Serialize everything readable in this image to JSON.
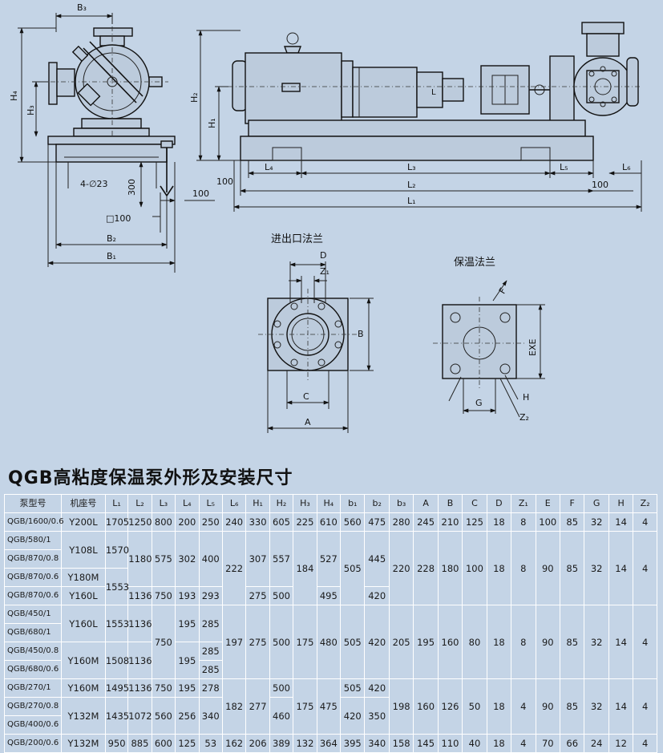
{
  "drawing": {
    "side_view": {
      "dims": {
        "b3": "B₃",
        "h4": "H₄",
        "h3": "H₃",
        "holes": "4-∅23",
        "d300": "300",
        "d100a": "100",
        "d100b": "100",
        "sq100": "□100",
        "b2": "B₂",
        "b1": "B₁"
      }
    },
    "front_view": {
      "dims": {
        "h2": "H₂",
        "h1": "H₁",
        "l4": "L₄",
        "l3": "L₃",
        "l5": "L₅",
        "l6": "L₆",
        "l2": "L₂",
        "l1": "L₁",
        "d100": "100",
        "d100r": "100",
        "lt": "L"
      }
    },
    "inlet_flange": {
      "title": "进出口法兰",
      "dims": {
        "d": "D",
        "z1": "Z₁",
        "b": "B",
        "c": "C",
        "a": "A"
      }
    },
    "heating_flange": {
      "title": "保温法兰",
      "dims": {
        "f": "F",
        "exe": "EXE",
        "g": "G",
        "h": "H",
        "z2": "Z₂"
      }
    }
  },
  "table": {
    "title": "QGB高粘度保温泵外形及安装尺寸",
    "headers": [
      "泵型号",
      "机座号",
      "L₁",
      "L₂",
      "L₃",
      "L₄",
      "L₅",
      "L₆",
      "H₁",
      "H₂",
      "H₃",
      "H₄",
      "b₁",
      "b₂",
      "b₃",
      "A",
      "B",
      "C",
      "D",
      "Z₁",
      "E",
      "F",
      "G",
      "H",
      "Z₂"
    ],
    "rows": [
      [
        "QGB/1600/0.6",
        "Y200L",
        "1705",
        "1250",
        "800",
        "200",
        "250",
        "240",
        "330",
        "605",
        "225",
        "610",
        "560",
        "475",
        "280",
        "245",
        "210",
        "125",
        "18",
        "8",
        "100",
        "85",
        "32",
        "14",
        "4"
      ],
      [
        "QGB/580/1",
        "Y108L",
        "1570",
        "1180",
        "575",
        "302",
        "400",
        "222",
        "307",
        "557",
        "184",
        "527",
        "505",
        "445",
        "220",
        "228",
        "180",
        "100",
        "18",
        "8",
        "90",
        "85",
        "32",
        "14",
        "4"
      ],
      [
        "QGB/870/0.8"
      ],
      [
        "QGB/870/0.6",
        "Y180M",
        "1553"
      ],
      [
        "QGB/870/0.6",
        "Y160L",
        "1136",
        "750",
        "193",
        "293",
        "275",
        "500",
        "495",
        "420"
      ],
      [
        "QGB/450/1",
        "Y160L",
        "1553",
        "1136",
        "195",
        "285",
        "750",
        "197",
        "275",
        "500",
        "175",
        "480",
        "505",
        "420",
        "205",
        "195",
        "160",
        "80",
        "18",
        "8",
        "90",
        "85",
        "32",
        "14",
        "4"
      ],
      [
        "QGB/680/1"
      ],
      [
        "QGB/450/0.8",
        "Y160M",
        "1508",
        "1136",
        "195",
        "285"
      ],
      [
        "QGB/680/0.6",
        "285"
      ],
      [
        "QGB/270/1",
        "Y160M",
        "1495",
        "1136",
        "750",
        "195",
        "278",
        "500",
        "505",
        "420",
        "182",
        "277",
        "175",
        "475",
        "198",
        "160",
        "126",
        "50",
        "18",
        "4",
        "90",
        "85",
        "32",
        "14",
        "4"
      ],
      [
        "QGB/270/0.8",
        "Y132M",
        "1435",
        "1072",
        "560",
        "256",
        "340",
        "460",
        "420",
        "350"
      ],
      [
        "QGB/400/0.6"
      ],
      [
        "QGB/200/0.6",
        "Y132M",
        "950",
        "885",
        "600",
        "125",
        "53",
        "162",
        "206",
        "389",
        "132",
        "364",
        "395",
        "340",
        "158",
        "145",
        "110",
        "40",
        "18",
        "4",
        "70",
        "66",
        "24",
        "12",
        "4"
      ]
    ]
  }
}
